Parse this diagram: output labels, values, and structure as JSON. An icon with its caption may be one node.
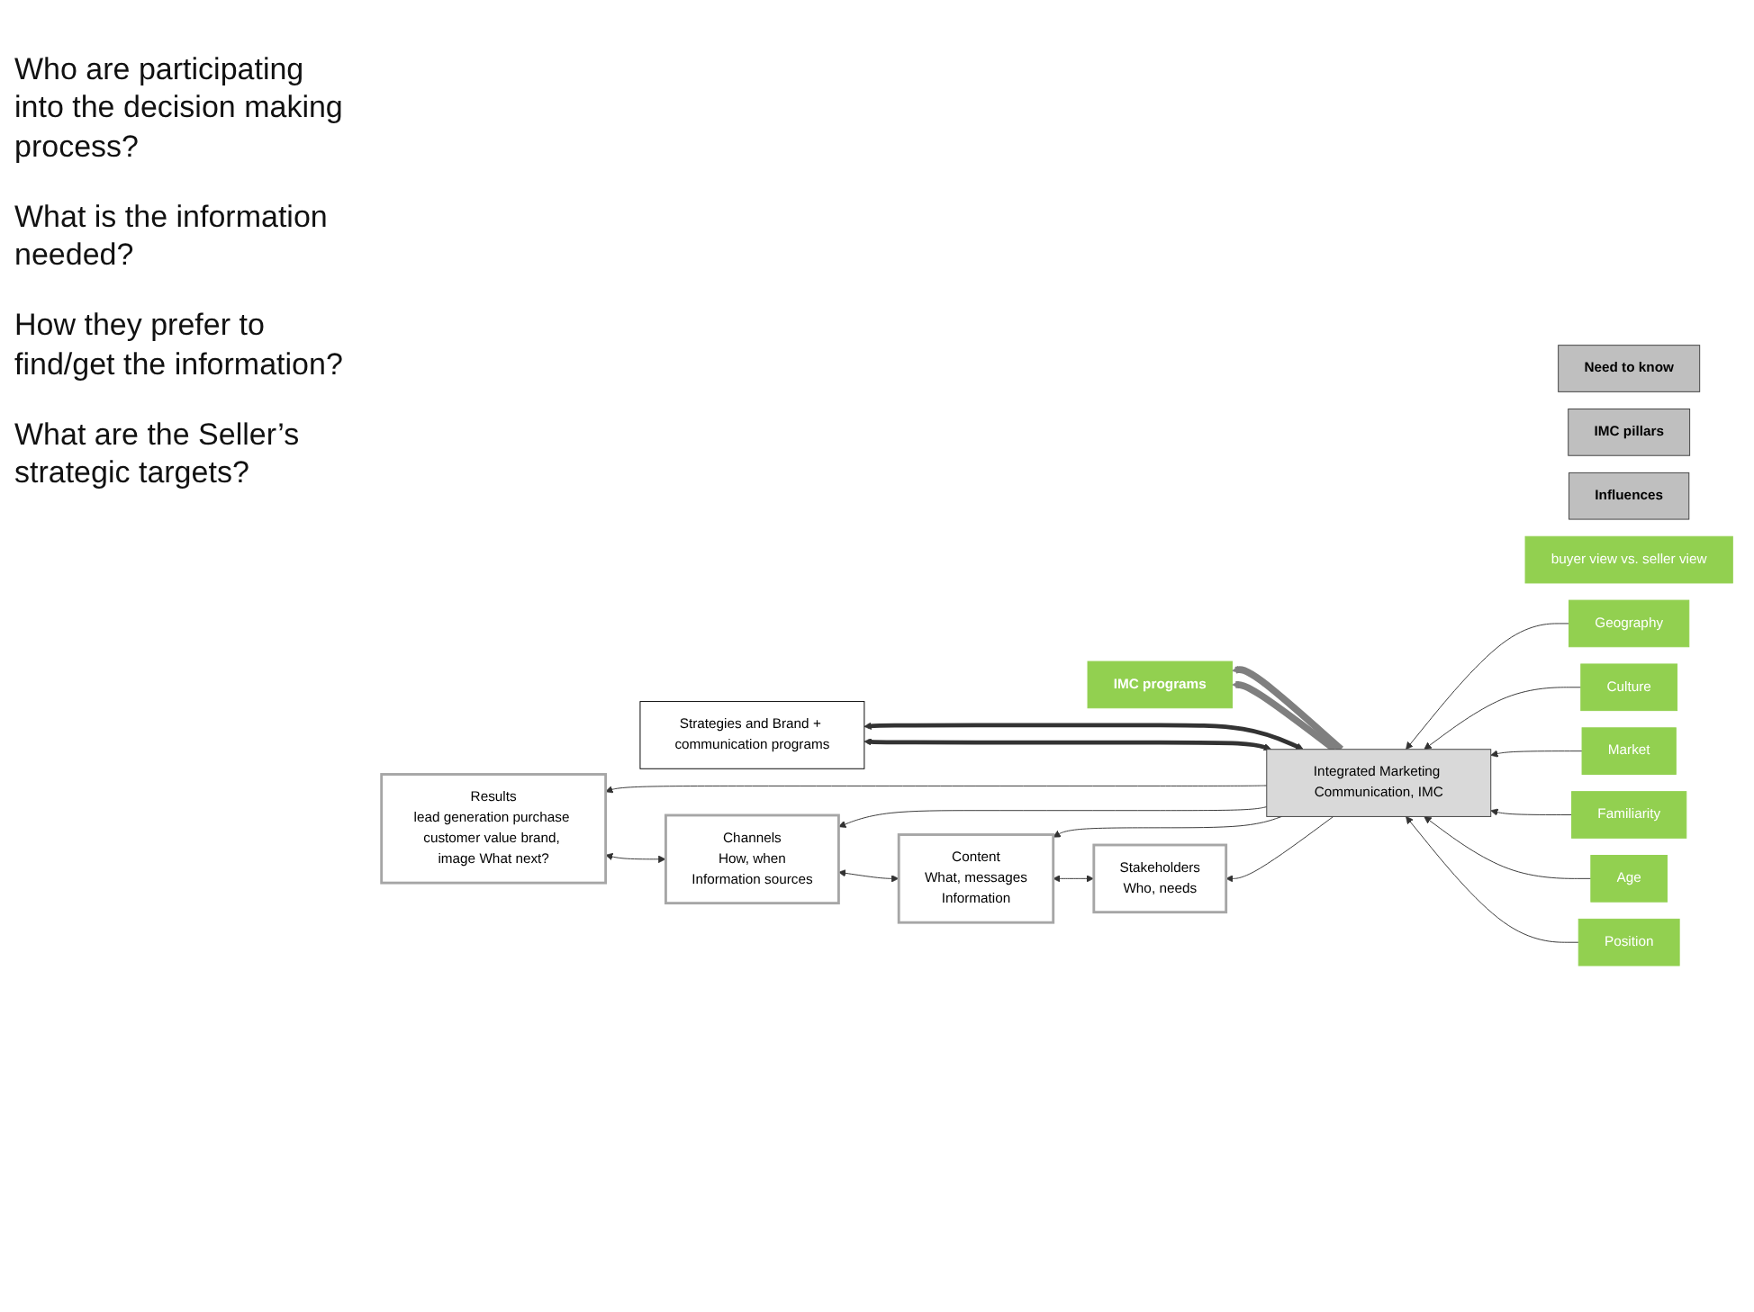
{
  "diagram": {
    "nodes": [
      {
        "text": [
          "Strategies and Brand + communication programs"
        ]
      },
      {
        "text": [
          "Need to know"
        ]
      },
      {
        "text": [
          "IMC pillars"
        ]
      },
      {
        "text": [
          "Integrated Marketing Communication, IMC"
        ]
      },
      {
        "text": [
          "Influences"
        ]
      },
      {
        "text": [
          "IMC programs"
        ]
      },
      {
        "text": [
          "Stakeholders",
          "Who, needs"
        ]
      },
      {
        "text": [
          "Content",
          "What, messages",
          "Information"
        ]
      },
      {
        "text": [
          "buyer view vs. seller view"
        ]
      },
      {
        "text": [
          "Channels",
          "How, when",
          "Information sources"
        ]
      },
      {
        "text": [
          "Results",
          "lead generation purchase customer value brand, image What next?"
        ]
      },
      {
        "text": [
          "Geography"
        ]
      },
      {
        "text": [
          "Culture"
        ]
      },
      {
        "text": [
          "Market"
        ]
      },
      {
        "text": [
          "Familiarity"
        ]
      },
      {
        "text": [
          "Age"
        ]
      },
      {
        "text": [
          "Position"
        ]
      }
    ],
    "edges": [
      {
        "from": 3,
        "to": 0,
        "arrow": "both",
        "style": "thick"
      },
      {
        "from": 3,
        "to": 6,
        "arrow": "to"
      },
      {
        "from": 3,
        "to": 7,
        "arrow": "to"
      },
      {
        "from": 3,
        "to": 9,
        "arrow": "to"
      },
      {
        "from": 3,
        "to": 10,
        "arrow": "to"
      },
      {
        "from": 6,
        "to": 7,
        "arrow": "both"
      },
      {
        "from": 7,
        "to": 9,
        "arrow": "both"
      },
      {
        "from": 9,
        "to": 10,
        "arrow": "both"
      },
      {
        "from": 11,
        "to": 3,
        "arrow": "to"
      },
      {
        "from": 12,
        "to": 3,
        "arrow": "to"
      },
      {
        "from": 13,
        "to": 3,
        "arrow": "to"
      },
      {
        "from": 14,
        "to": 3,
        "arrow": "to"
      },
      {
        "from": 15,
        "to": 3,
        "arrow": "to"
      },
      {
        "from": 16,
        "to": 3,
        "arrow": "to"
      },
      {
        "from": 3,
        "to": 5,
        "arrow": "to",
        "style": "thick",
        "color": "#7f7f7f"
      },
      {
        "from": 3,
        "to": 5,
        "arrow": "to",
        "style": "thick",
        "color": "#7f7f7f"
      },
      {
        "from": 3,
        "to": 0,
        "arrow": "both",
        "style": "thick"
      }
    ],
    "labels": [
      "Who are participating into the decision making process?",
      "What is the information needed?",
      "How they prefer to find/get the information?",
      "What are the Seller’s strategic targets?"
    ]
  }
}
